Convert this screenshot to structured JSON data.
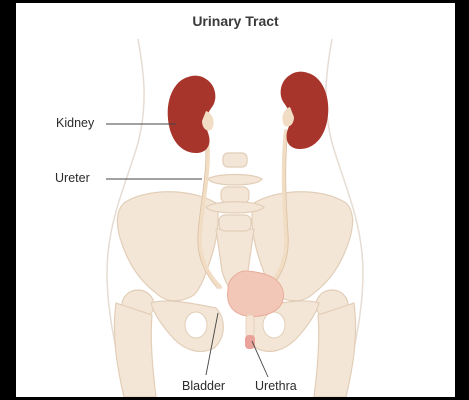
{
  "diagram": {
    "title": "Urinary Tract",
    "labels": {
      "kidney": "Kidney",
      "ureter": "Ureter",
      "bladder": "Bladder",
      "urethra": "Urethra"
    }
  },
  "colors": {
    "background": "#000000",
    "panel": "#ffffff",
    "body_outline": "#e6dcd3",
    "bone_fill": "#f3e6d6",
    "bone_stroke": "#e2ceb8",
    "kidney": "#a8352b",
    "ureter": "#f1dcc4",
    "bladder": "#f3c7b8",
    "urethra": "#e9a39a",
    "leader_line": "#444444",
    "text": "#2b2b2b"
  }
}
